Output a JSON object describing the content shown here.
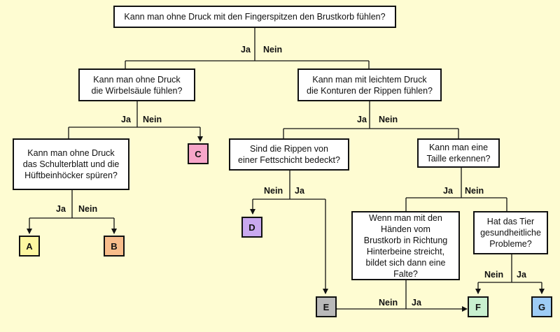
{
  "colors": {
    "background": "#fefcd2",
    "leaf_a": "#fdf7a1",
    "leaf_b": "#f8bd8b",
    "leaf_c": "#f7a6c9",
    "leaf_d": "#c9a9ef",
    "leaf_e": "#b9b9b9",
    "leaf_f": "#c8f0cf",
    "leaf_g": "#9dccf5"
  },
  "questions": {
    "q_root": "Kann man ohne Druck mit den Fingerspitzen den Brustkorb fühlen?",
    "q_spine": "Kann man ohne Druck\ndie Wirbelsäule fühlen?",
    "q_ribs": "Kann man mit leichtem Druck\ndie  Konturen der Rippen fühlen?",
    "q_shoulder": "Kann man ohne Druck\ndas Schulterblatt und die\nHüftbeinhöcker spüren?",
    "q_fat": "Sind die Rippen von\neiner Fettschicht bedeckt?",
    "q_waist": "Kann man eine\nTaille erkennen?",
    "q_fold": "Wenn man mit den\nHänden vom\nBrustkorb in Richtung\nHinterbeine streicht,\nbildet sich dann eine\nFalte?",
    "q_health": "Hat das Tier\ngesundheitliche\nProbleme?"
  },
  "branch_labels": {
    "root_ja": "Ja",
    "root_nein": "Nein",
    "spine_ja": "Ja",
    "spine_nein": "Nein",
    "ribs_ja": "Ja",
    "ribs_nein": "Nein",
    "shoulder_ja": "Ja",
    "shoulder_nein": "Nein",
    "fat_nein": "Nein",
    "fat_ja": "Ja",
    "waist_ja": "Ja",
    "waist_nein": "Nein",
    "health_nein": "Nein",
    "health_ja": "Ja",
    "fold_nein": "Nein",
    "fold_ja": "Ja"
  },
  "leaves": {
    "a": "A",
    "b": "B",
    "c": "C",
    "d": "D",
    "e": "E",
    "f": "F",
    "g": "G"
  }
}
